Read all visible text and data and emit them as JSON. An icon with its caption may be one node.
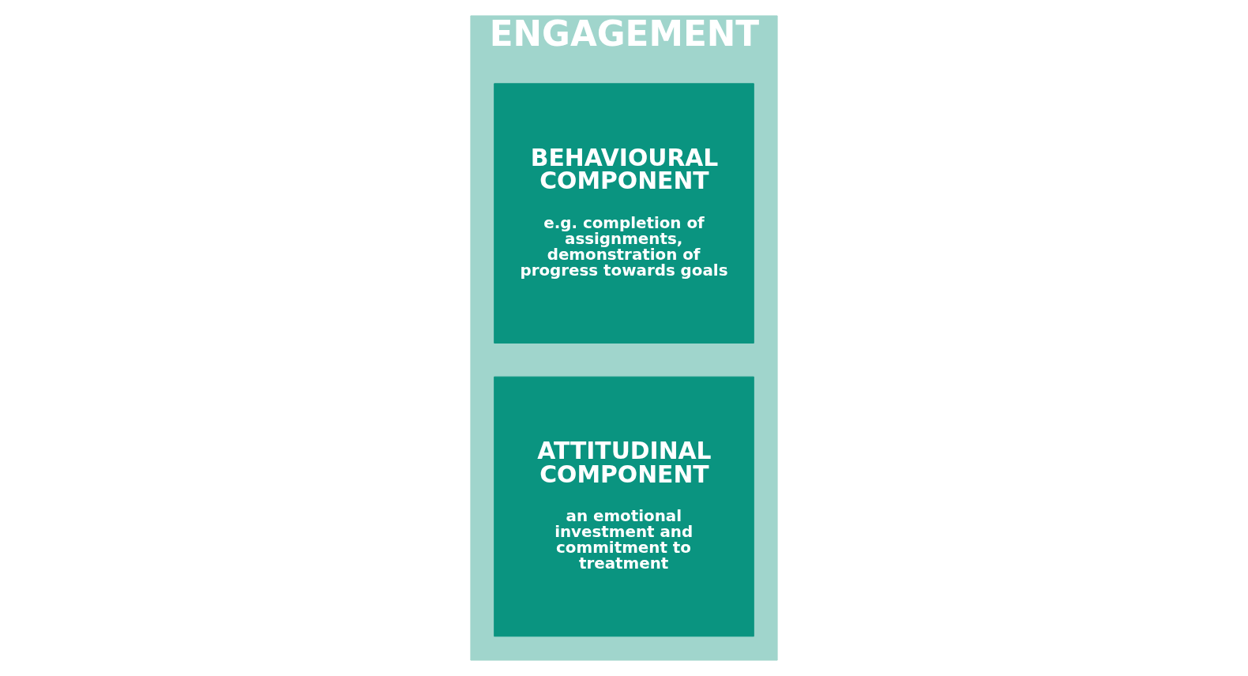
{
  "diagram": {
    "nodes": [
      {
        "text": [
          "ENGAGEMENT"
        ]
      },
      {
        "text": [
          "BEHAVIOURAL COMPONENT",
          "e.g. completion of assignments, demonstration of progress towards goals"
        ],
        "in": 0
      },
      {
        "text": [
          "ATTITUDINAL COMPONENT",
          "an emotional investment and commitment to treatment"
        ],
        "in": 0
      }
    ]
  }
}
